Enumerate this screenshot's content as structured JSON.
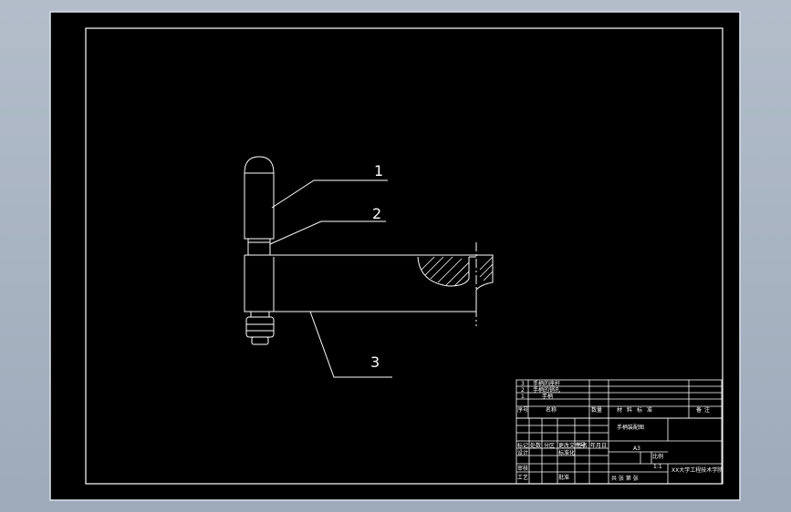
{
  "drawing": {
    "part_labels": [
      "1",
      "2",
      "3"
    ]
  },
  "title_block": {
    "parts_list": [
      {
        "no": "3",
        "name": "手柄的座杆"
      },
      {
        "no": "2",
        "name": "手柄的销孔"
      },
      {
        "no": "1",
        "name": "手柄"
      }
    ],
    "col_headers": {
      "seq": "序号",
      "name": "名称",
      "qty": "数量",
      "material": "材料标准",
      "remark": "备注"
    },
    "drawing_name": "手柄装配图",
    "sheet_size": "A3",
    "scale_label": "比例",
    "scale_value": "1:1",
    "sign_labels": [
      "标记",
      "处数",
      "分区",
      "更改文件号",
      "签名",
      "年月日"
    ],
    "role_labels": [
      "设计",
      "标准化",
      "审核",
      "工艺",
      "批准"
    ],
    "stage_labels": "共 张 第 张",
    "school": "XX大学工程技术学院"
  },
  "colors": {
    "paper": "#000000",
    "line": "#ffffff",
    "frame_outer": "#ffffff",
    "background": "#a9b4c2"
  }
}
